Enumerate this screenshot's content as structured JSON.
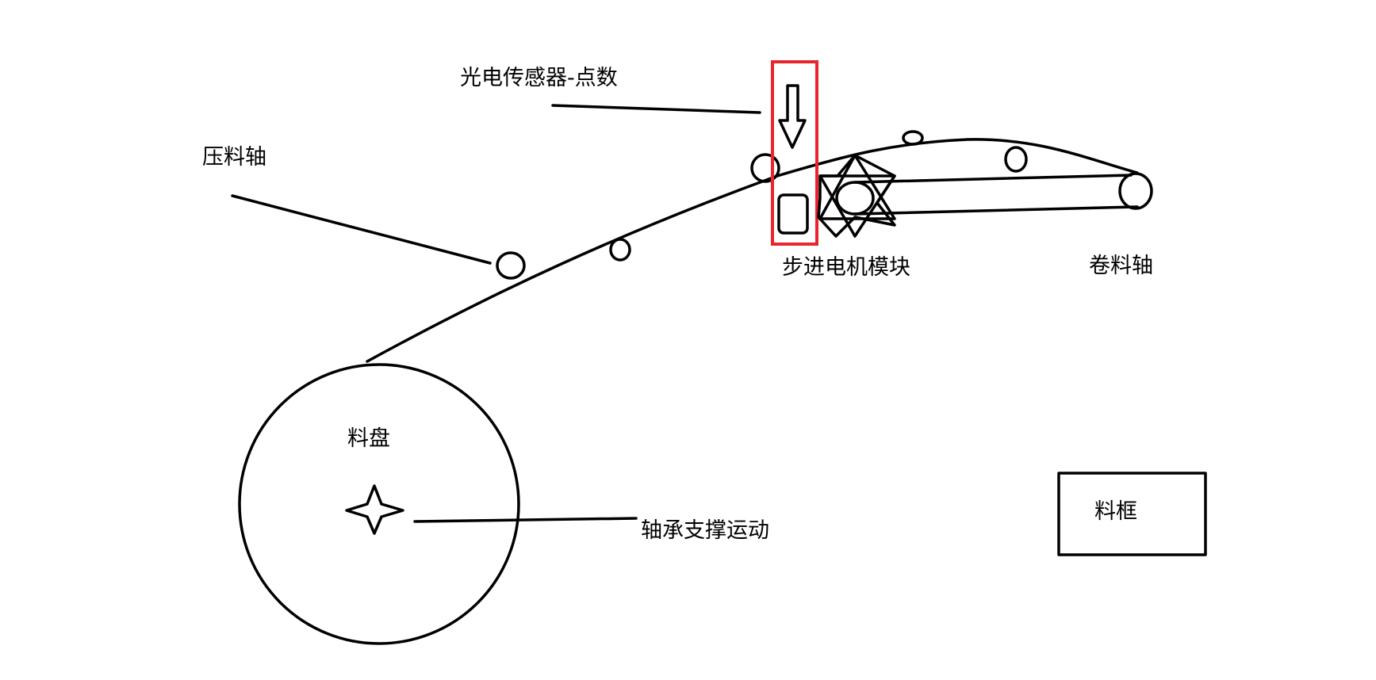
{
  "labels": {
    "photo_sensor": "光电传感器-点数",
    "press_roller": "压料轴",
    "stepper_module": "步进电机模块",
    "winding_shaft": "卷料轴",
    "material_reel": "料盘",
    "bearing_support": "轴承支撑运动",
    "material_frame": "料框"
  },
  "colors": {
    "line": "#000000",
    "highlight": "#e8252c",
    "background": "#ffffff"
  },
  "icons": {
    "sensor": "down-arrow-icon",
    "reel_center": "four-point-star-icon",
    "stepper_gear": "six-point-star-icon"
  }
}
